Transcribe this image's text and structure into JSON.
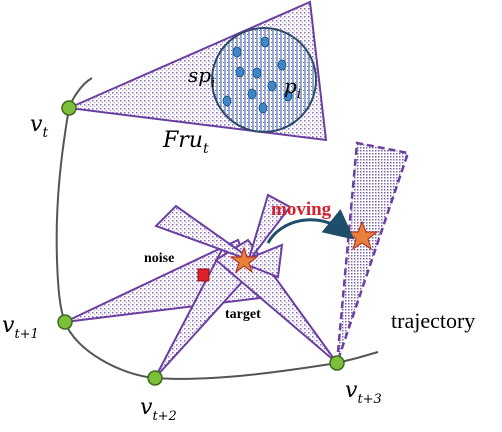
{
  "labels": {
    "v_t": {
      "base": "v",
      "sub": "t"
    },
    "v_t1": {
      "base": "v",
      "sub": "t+1"
    },
    "v_t2": {
      "base": "v",
      "sub": "t+2"
    },
    "v_t3": {
      "base": "v",
      "sub": "t+3"
    },
    "fru": {
      "base": "Fru",
      "sub": "t"
    },
    "sp": {
      "base": "sp",
      "sub": "i"
    },
    "p": {
      "base": "p",
      "sub": "i"
    },
    "moving": "moving",
    "noise": "noise",
    "target": "target",
    "trajectory": "trajectory"
  },
  "colors": {
    "frustum_outline": "#6b3fa0",
    "hatch": "#8a6bb5",
    "node_fill": "#7cbf3c",
    "node_stroke": "#3e6b1a",
    "sphere_outline": "#2e4a6b",
    "point_fill": "#3f86c7",
    "moving_text": "#d62032",
    "star_fill": "#e8803a",
    "star_stroke": "#b03a2e",
    "noise_fill": "#e0202a",
    "arrow": "#1f4e6b"
  }
}
